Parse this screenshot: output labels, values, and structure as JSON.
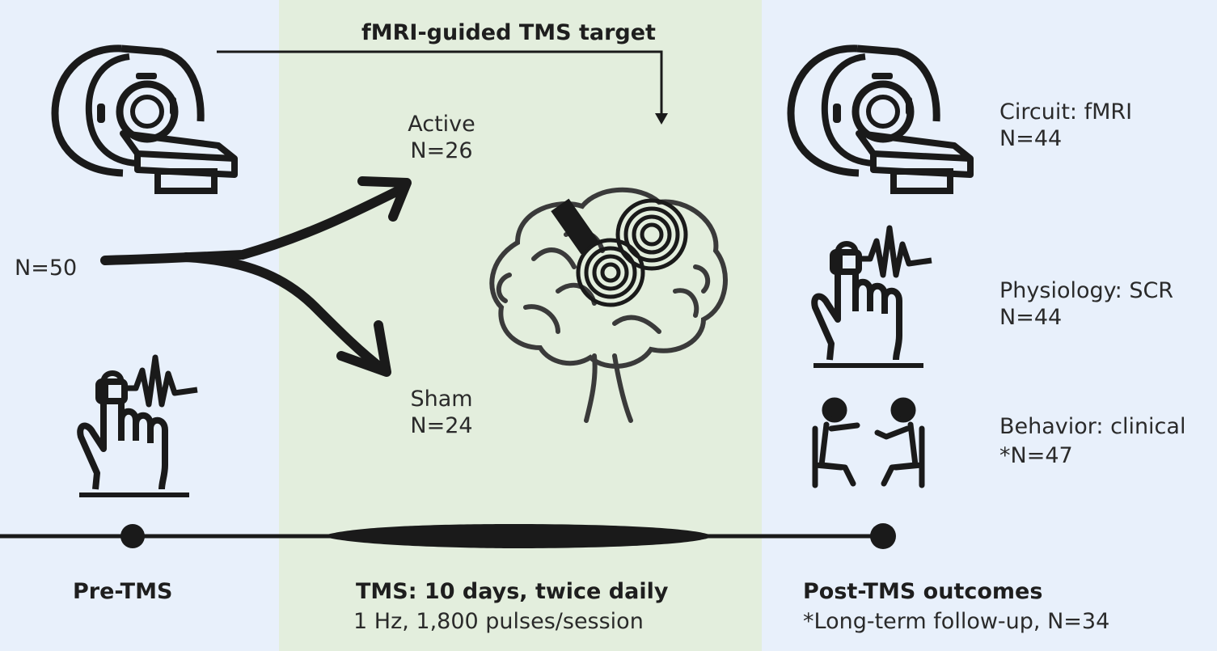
{
  "colors": {
    "left_panel": "#e8f0fb",
    "middle_panel": "#e3eedd",
    "right_panel": "#e8f0fb",
    "ink": "#1a1a1a"
  },
  "header": {
    "target_label": "fMRI-guided TMS target"
  },
  "baseline": {
    "n_label": "N=50"
  },
  "arms": {
    "active": {
      "label": "Active",
      "n": "N=26"
    },
    "sham": {
      "label": "Sham",
      "n": "N=24"
    }
  },
  "outcomes": [
    {
      "label": "Circuit: fMRI",
      "n": "N=44",
      "icon": "mri-scanner-icon"
    },
    {
      "label": "Physiology: SCR",
      "n": "N=44",
      "icon": "hand-electrode-icon"
    },
    {
      "label": "Behavior: clinical",
      "n": "*N=47",
      "icon": "clinical-interview-icon"
    }
  ],
  "timeline": {
    "pre": {
      "title": "Pre-TMS"
    },
    "tms": {
      "title": "TMS: 10 days, twice daily",
      "detail": "1 Hz, 1,800 pulses/session"
    },
    "post": {
      "title": "Post-TMS outcomes",
      "detail": "*Long-term follow-up, N=34"
    }
  }
}
